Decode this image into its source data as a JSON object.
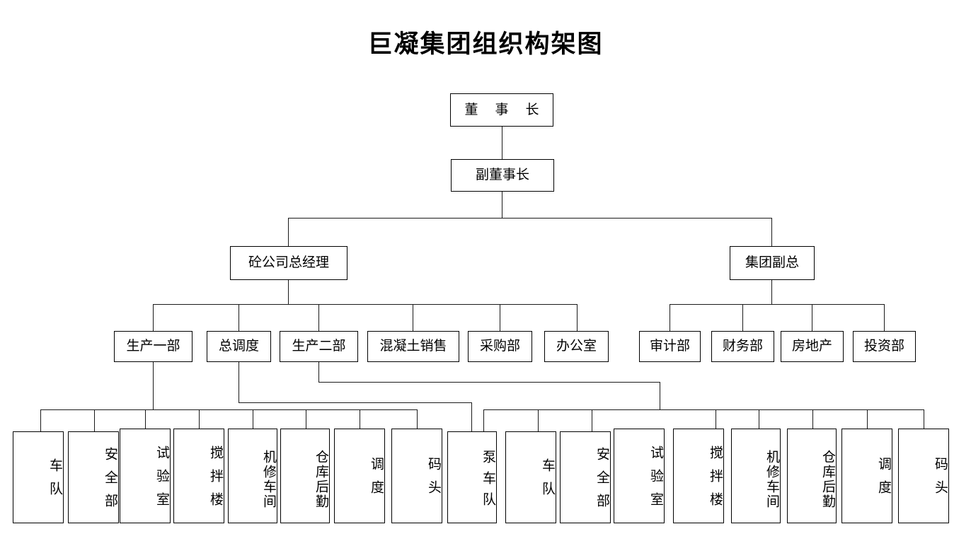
{
  "title": "巨凝集团组织构架图",
  "chart_data": {
    "type": "diagram",
    "diagram_kind": "organization-chart",
    "title": "巨凝集团组织构架图",
    "levels": [
      {
        "level": 1,
        "nodes": [
          "董 事 长"
        ]
      },
      {
        "level": 2,
        "nodes": [
          "副董事长"
        ]
      },
      {
        "level": 3,
        "nodes": [
          "砼公司总经理",
          "集团副总"
        ]
      },
      {
        "level": 4,
        "nodes": [
          "生产一部",
          "总调度",
          "生产二部",
          "混凝土销售",
          "采购部",
          "办公室",
          "审计部",
          "财务部",
          "房地产",
          "投资部"
        ]
      },
      {
        "level": 5,
        "nodes": [
          "车队",
          "安全部",
          "试验室",
          "搅拌楼",
          "机修车间",
          "仓库后勤",
          "调度",
          "码头",
          "泵车队",
          "车队",
          "安全部",
          "试验室",
          "搅拌楼",
          "机修车间",
          "仓库后勤",
          "调度",
          "码头"
        ]
      }
    ],
    "edges": [
      {
        "from": "董 事 长",
        "to": "副董事长"
      },
      {
        "from": "副董事长",
        "to": "砼公司总经理"
      },
      {
        "from": "副董事长",
        "to": "集团副总"
      },
      {
        "from": "砼公司总经理",
        "to": "生产一部"
      },
      {
        "from": "砼公司总经理",
        "to": "总调度"
      },
      {
        "from": "砼公司总经理",
        "to": "生产二部"
      },
      {
        "from": "砼公司总经理",
        "to": "混凝土销售"
      },
      {
        "from": "砼公司总经理",
        "to": "采购部"
      },
      {
        "from": "砼公司总经理",
        "to": "办公室"
      },
      {
        "from": "集团副总",
        "to": "审计部"
      },
      {
        "from": "集团副总",
        "to": "财务部"
      },
      {
        "from": "集团副总",
        "to": "房地产"
      },
      {
        "from": "集团副总",
        "to": "投资部"
      },
      {
        "from": "生产一部",
        "to": "车队"
      },
      {
        "from": "生产一部",
        "to": "安全部"
      },
      {
        "from": "生产一部",
        "to": "试验室"
      },
      {
        "from": "生产一部",
        "to": "搅拌楼"
      },
      {
        "from": "生产一部",
        "to": "机修车间"
      },
      {
        "from": "生产一部",
        "to": "仓库后勤"
      },
      {
        "from": "生产一部",
        "to": "调度"
      },
      {
        "from": "生产一部",
        "to": "码头"
      },
      {
        "from": "总调度",
        "to": "泵车队"
      },
      {
        "from": "生产二部",
        "to": "车队"
      },
      {
        "from": "生产二部",
        "to": "安全部"
      },
      {
        "from": "生产二部",
        "to": "试验室"
      },
      {
        "from": "生产二部",
        "to": "搅拌楼"
      },
      {
        "from": "生产二部",
        "to": "机修车间"
      },
      {
        "from": "生产二部",
        "to": "仓库后勤"
      },
      {
        "from": "生产二部",
        "to": "调度"
      },
      {
        "from": "生产二部",
        "to": "码头"
      }
    ]
  },
  "nodes": {
    "chairman": "董 事 长",
    "vice_chairman": "副董事长",
    "concrete_gm": "砼公司总经理",
    "group_vp": "集团副总",
    "dept_prod1": "生产一部",
    "dept_dispatch_chief": "总调度",
    "dept_prod2": "生产二部",
    "dept_concrete_sales": "混凝土销售",
    "dept_purchasing": "采购部",
    "dept_office": "办公室",
    "dept_audit": "审计部",
    "dept_finance": "财务部",
    "dept_realestate": "房地产",
    "dept_investment": "投资部",
    "l1_fleet": "车队",
    "l1_safety": "安全部",
    "l1_lab": "试验室",
    "l1_mixing": "搅拌楼",
    "l1_repair": "机修车间",
    "l1_warehouse": "仓库后勤",
    "l1_dispatch": "调度",
    "l1_wharf": "码头",
    "pump_fleet": "泵车队",
    "l2_fleet": "车队",
    "l2_safety": "安全部",
    "l2_lab": "试验室",
    "l2_mixing": "搅拌楼",
    "l2_repair": "机修车间",
    "l2_warehouse": "仓库后勤",
    "l2_dispatch": "调度",
    "l2_wharf": "码头"
  }
}
